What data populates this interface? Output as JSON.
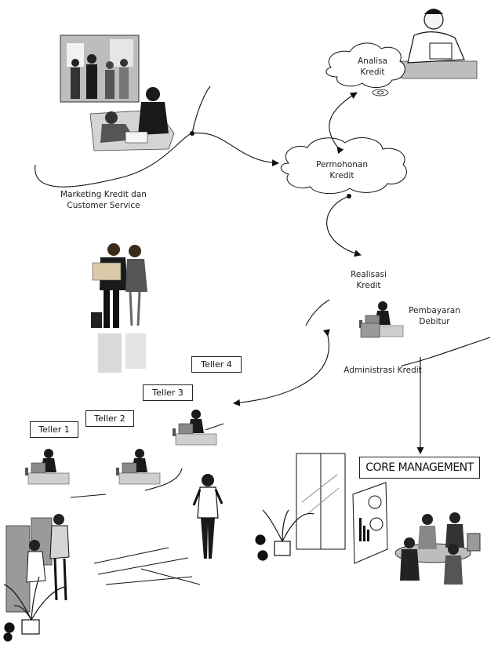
{
  "nodes": {
    "marketing": "Marketing Kredit dan\nCustomer Service",
    "analisa": "Analisa\nKredit",
    "permohonan": "Permohonan\nKredit",
    "realisasi": "Realisasi\nKredit",
    "pembayaran": "Pembayaran\nDebitur",
    "administrasi": "Administrasi Kredit",
    "teller1": "Teller 1",
    "teller2": "Teller 2",
    "teller3": "Teller 3",
    "teller4": "Teller 4",
    "core": "CORE MANAGEMENT"
  },
  "colors": {
    "line": "#111111",
    "figure_dark": "#1a1a1a",
    "figure_mid": "#8a8a8a",
    "figure_light": "#cfcfcf"
  }
}
